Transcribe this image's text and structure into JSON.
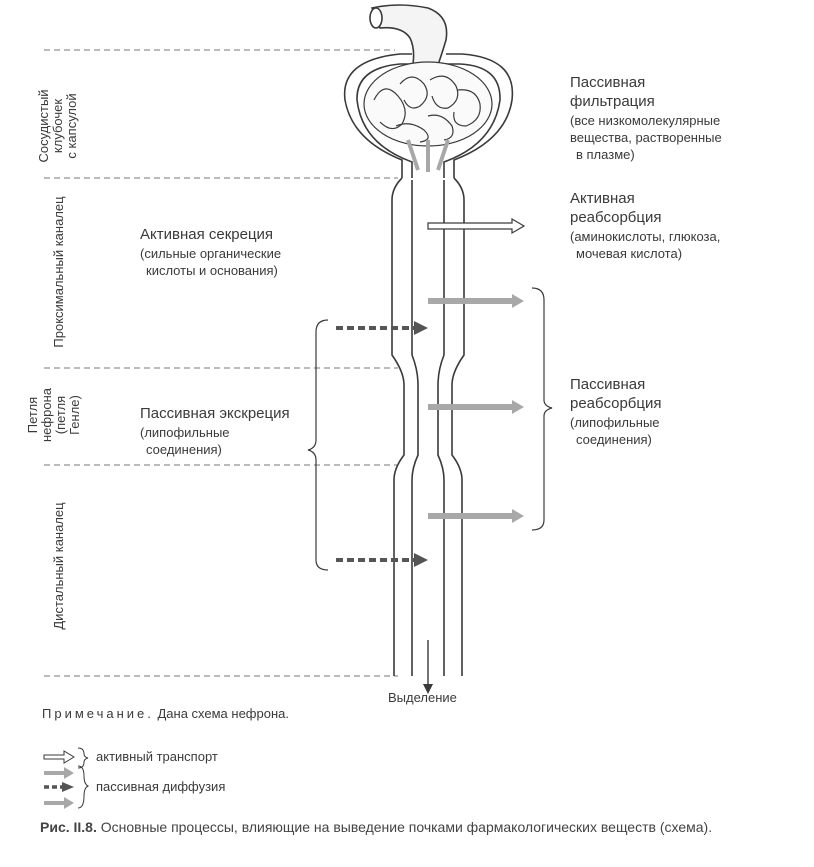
{
  "labels": {
    "passive_filtration_title_1": "Пассивная",
    "passive_filtration_title_2": "фильтрация",
    "passive_filtration_desc_1": "(все низкомолекулярные",
    "passive_filtration_desc_2": "вещества, растворенные",
    "passive_filtration_desc_3": "в плазме)",
    "active_reabsorption_title_1": "Активная",
    "active_reabsorption_title_2": "реабсорбция",
    "active_reabsorption_desc_1": "(аминокислоты, глюкоза,",
    "active_reabsorption_desc_2": "мочевая кислота)",
    "active_secretion_title": "Активная секреция",
    "active_secretion_desc_1": "(сильные органические",
    "active_secretion_desc_2": "кислоты  и основания)",
    "passive_reabsorption_title_1": "Пассивная",
    "passive_reabsorption_title_2": "реабсорбция",
    "passive_reabsorption_desc_1": "(липофильные",
    "passive_reabsorption_desc_2": "соединения)",
    "passive_excretion_title": "Пассивная экскреция",
    "passive_excretion_desc_1": "(липофильные",
    "passive_excretion_desc_2": "соединения)",
    "excretion": "Выделение"
  },
  "sections": {
    "glomerulus_1": "Сосудистый",
    "glomerulus_2": "клубочек",
    "glomerulus_3": "с капсулой",
    "proximal": "Проксимальный каналец",
    "loop_1": "Петля",
    "loop_2": "нефрона",
    "loop_3": "(петля",
    "loop_4": "Генле)",
    "distal": "Дистальный каналец"
  },
  "note": {
    "label": "Примечание.",
    "text": "Дана схема нефрона."
  },
  "legend": {
    "active": "активный транспорт",
    "passive": "пассивная диффузия"
  },
  "caption": {
    "label": "Рис. II.8.",
    "text": "Основные процессы, влияющие на выведение почками фармакологических веществ (схема)."
  },
  "colors": {
    "line": "#3a3a3a",
    "light_arrow": "#a8a8a8",
    "dark_arrow": "#555555",
    "dash": "#777777"
  }
}
